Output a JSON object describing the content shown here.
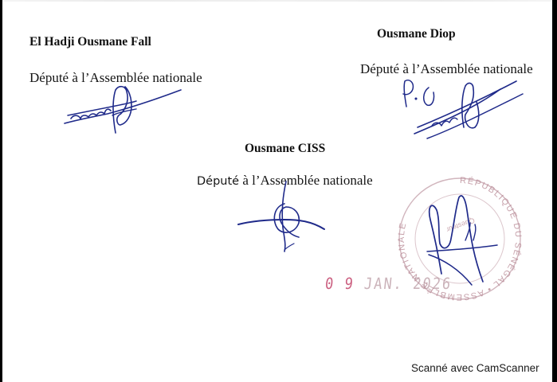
{
  "document": {
    "signatories": [
      {
        "name": "El Hadji Ousmane Fall",
        "title_prefix": "Député",
        "title_rest": " à l’Assemblée nationale"
      },
      {
        "name": "Ousmane Diop",
        "title_prefix": "Député",
        "title_rest": " à l’Assemblée nationale",
        "signature_annotation": "P.O"
      },
      {
        "name": "Ousmane CISS",
        "title_prefix": "Député",
        "title_rest": " à l’Assemblée nationale"
      }
    ],
    "seal": {
      "outer_text_visible": "RÉPUBLIQUE DU SÉNÉGAL • ASSEMBLÉE NATIONALE",
      "inner_text_visible": "Questeur",
      "color": "#b98a96"
    },
    "date_stamp": {
      "day": "0 9",
      "month": "JAN.",
      "year": "2026",
      "color": "#c2446a"
    },
    "ink_color": "#1f2a8a"
  },
  "footer": {
    "watermark": "Scanné avec CamScanner"
  }
}
